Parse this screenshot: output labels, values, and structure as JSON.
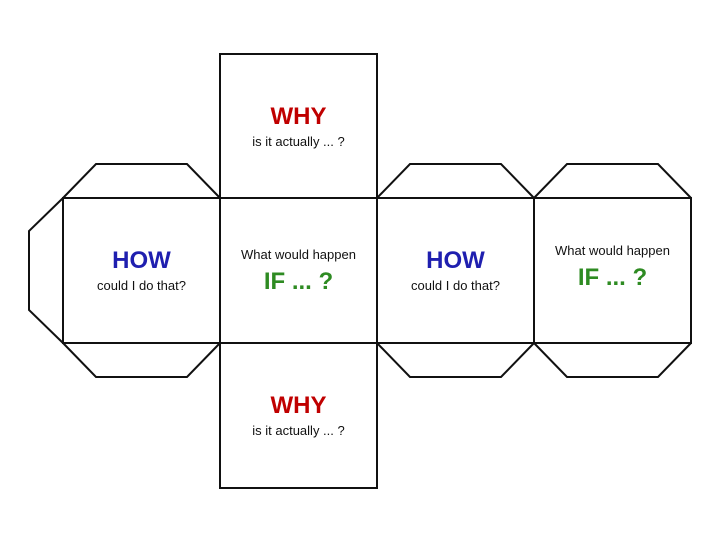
{
  "colors": {
    "why": "#c00000",
    "how": "#1f1faf",
    "if": "#2e8b22",
    "line": "#111111"
  },
  "faces": {
    "top": {
      "keyword": "WHY",
      "subtext": "is it actually ... ?"
    },
    "left": {
      "keyword": "HOW",
      "subtext": "could I do that?"
    },
    "center": {
      "lead": "What would happen",
      "keyword": "IF ... ?"
    },
    "right_how": {
      "keyword": "HOW",
      "subtext": "could I do that?"
    },
    "right_if": {
      "lead": "What would happen",
      "keyword": "IF ... ?"
    },
    "bottom": {
      "keyword": "WHY",
      "subtext": "is it actually ... ?"
    }
  }
}
